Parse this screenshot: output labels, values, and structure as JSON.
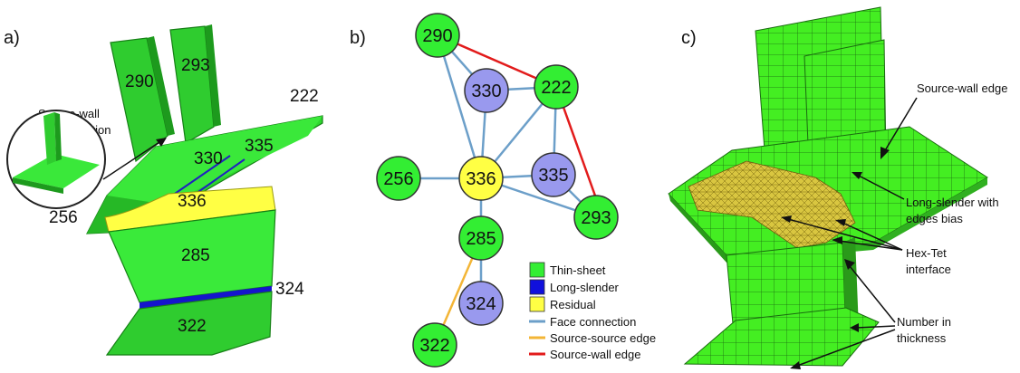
{
  "panels": {
    "a": {
      "tag": "a)",
      "callout": [
        "Source-wall",
        "configuration"
      ],
      "labels": {
        "p290": "290",
        "p293": "293",
        "p222": "222",
        "p330": "330",
        "p335": "335",
        "p336": "336",
        "p256": "256",
        "p285": "285",
        "p324": "324",
        "p322": "322"
      }
    },
    "b": {
      "tag": "b)",
      "nodes": [
        {
          "id": "290",
          "type": "thin"
        },
        {
          "id": "330",
          "type": "slender"
        },
        {
          "id": "222",
          "type": "thin"
        },
        {
          "id": "256",
          "type": "thin"
        },
        {
          "id": "336",
          "type": "residual"
        },
        {
          "id": "335",
          "type": "slender"
        },
        {
          "id": "293",
          "type": "thin"
        },
        {
          "id": "285",
          "type": "thin"
        },
        {
          "id": "324",
          "type": "slender"
        },
        {
          "id": "322",
          "type": "thin"
        }
      ],
      "legend": [
        {
          "label": "Thin-sheet",
          "kind": "box",
          "color": "#33ee33"
        },
        {
          "label": "Long-slender",
          "kind": "box",
          "color": "#1010dd"
        },
        {
          "label": "Residual",
          "kind": "box",
          "color": "#ffff44"
        },
        {
          "label": "Face connection",
          "kind": "line",
          "color": "#6c9fc9"
        },
        {
          "label": "Source-source edge",
          "kind": "line",
          "color": "#f3b536"
        },
        {
          "label": "Source-wall edge",
          "kind": "line",
          "color": "#e21b1b"
        }
      ]
    },
    "c": {
      "tag": "c)",
      "annotations": {
        "source_wall": "Source-wall edge",
        "long_slender": [
          "Long-slender with",
          "edges bias"
        ],
        "hex_tet": [
          "Hex-Tet",
          "interface"
        ],
        "thickness": [
          "Number in",
          "thickness"
        ]
      }
    }
  },
  "colors": {
    "thin": "#33ee33",
    "slender": "#9999ee",
    "residual": "#ffff44",
    "face": "#6c9fc9",
    "source_source": "#f3b536",
    "source_wall": "#e21b1b"
  }
}
